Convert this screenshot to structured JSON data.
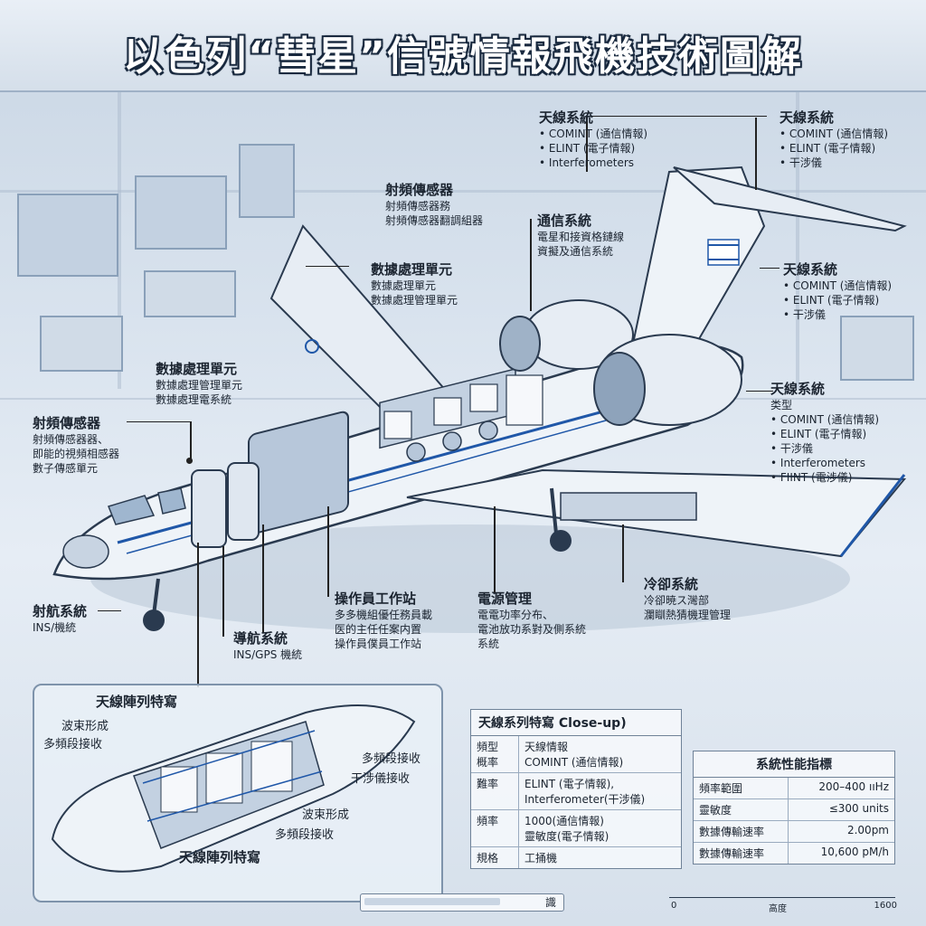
{
  "title": "以色列“彗星”信號情報飛機技術圖解",
  "callouts": {
    "ant_top_left": {
      "h": "天線系統",
      "items": [
        "COMINT (通信情報)",
        "ELINT (電子情報)",
        "Interferometers"
      ]
    },
    "ant_top_right": {
      "h": "天線系統",
      "items": [
        "COMINT (通信情報)",
        "ELINT (電子情報)",
        "干涉儀"
      ]
    },
    "rf_sensor_top": {
      "h": "射頻傳感器",
      "lines": [
        "射頻傳感器務",
        "射頻傳感器翻調組器"
      ]
    },
    "comms": {
      "h": "通信系統",
      "lines": [
        "電星和接資格鏈線",
        "資擬及通信系統"
      ]
    },
    "ant_mid_right": {
      "h": "天線系統",
      "items": [
        "COMINT (通信情報)",
        "ELINT (電子情報)",
        "干涉儀"
      ]
    },
    "dp_upper": {
      "h": "數據處理單元",
      "lines": [
        "數據處理單元",
        "數據處理管理單元"
      ]
    },
    "dp_left": {
      "h": "數據處理單元",
      "lines": [
        "數據處理管理單元",
        "數據處理電系統"
      ]
    },
    "ant_right_big": {
      "h": "天線系統",
      "sub": "类型",
      "items": [
        "COMINT (通信情報)",
        "ELINT (電子情報)",
        "干涉儀",
        "Interferometers",
        "FIINT (電涉儀)"
      ]
    },
    "rf_sensor_left": {
      "h": "射頻傳感器",
      "lines": [
        "射頻傳感器器、",
        "即能的視頻相感器",
        "數子傳感單元"
      ]
    },
    "nav_left": {
      "h": "射航系統",
      "lines": [
        "INS/機統"
      ]
    },
    "nav_mid": {
      "h": "導航系統",
      "lines": [
        "INS/GPS 機統"
      ]
    },
    "operator": {
      "h": "操作員工作站",
      "lines": [
        "多多機組優任務員載",
        "医的主任任案内置",
        "操作員僕員工作站"
      ]
    },
    "power": {
      "h": "電源管理",
      "lines": [
        "電電功率分布、",
        "電池放功系對及側系統",
        "系統"
      ]
    },
    "cooling": {
      "h": "冷卻系統",
      "lines": [
        "冷卻暁ス灣部",
        "瀾瞓熱猜機理管理"
      ]
    }
  },
  "inset": {
    "title_top": "天線陣列特寫",
    "title_bottom": "天線陣列特寫",
    "labels": [
      "波束形成",
      "多頻段接收",
      "多頻段接收",
      "干涉儀接收",
      "波束形成",
      "多頻段接收"
    ]
  },
  "closeup_table": {
    "title": "天線系列特寫 Close-up)",
    "rows": [
      {
        "k": "頻型\n概率",
        "v": "天線情報\nCOMINT (通信情報)"
      },
      {
        "k": "難率",
        "v": "ELINT (電子情報),\nInterferometer(干涉儀)"
      },
      {
        "k": "頻率",
        "v": "1000(通信情報)\n靈敏度(電子情報)"
      },
      {
        "k": "規格",
        "v": "工捅機"
      }
    ]
  },
  "perf_table": {
    "title": "系統性能指標",
    "rows": [
      {
        "k": "頻率範圍",
        "v": "200–400 ııHz"
      },
      {
        "k": "靈敏度",
        "v": "≤300 units"
      },
      {
        "k": "數據傳輸速率",
        "v": "2.00pm"
      },
      {
        "k": "數據傳輸速率",
        "v": "10,600 pM/h"
      }
    ]
  },
  "progress_text": "識",
  "scale": {
    "min": "0",
    "label": "高度",
    "max": "1600"
  },
  "colors": {
    "accent": "#1f57a8",
    "fuselage": "#eef3f8",
    "outline": "#2a3a4f"
  }
}
